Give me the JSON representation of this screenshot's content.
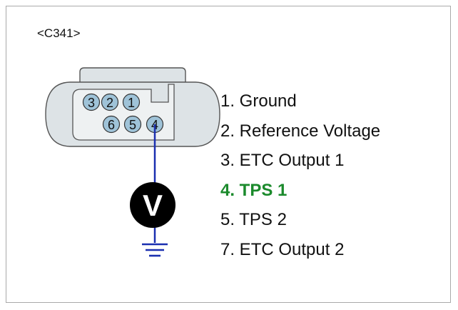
{
  "connector": {
    "id_label": "<C341>"
  },
  "pins": [
    {
      "number": "3"
    },
    {
      "number": "2"
    },
    {
      "number": "1"
    },
    {
      "number": "6"
    },
    {
      "number": "5"
    },
    {
      "number": "4"
    }
  ],
  "voltmeter": {
    "symbol": "V"
  },
  "legend": {
    "items": [
      {
        "label": "1. Ground",
        "highlight": false
      },
      {
        "label": "2. Reference Voltage",
        "highlight": false
      },
      {
        "label": "3. ETC Output 1",
        "highlight": false
      },
      {
        "label": "4. TPS 1",
        "highlight": true
      },
      {
        "label": "5. TPS 2",
        "highlight": false
      },
      {
        "label": "7. ETC Output 2",
        "highlight": false
      }
    ]
  },
  "colors": {
    "connector_fill": "#dde3e6",
    "pin_fill": "#9fc3d8",
    "probe_wire": "#1a2fb0",
    "highlight_text": "#1b8a2c",
    "voltmeter_body": "#000000"
  }
}
